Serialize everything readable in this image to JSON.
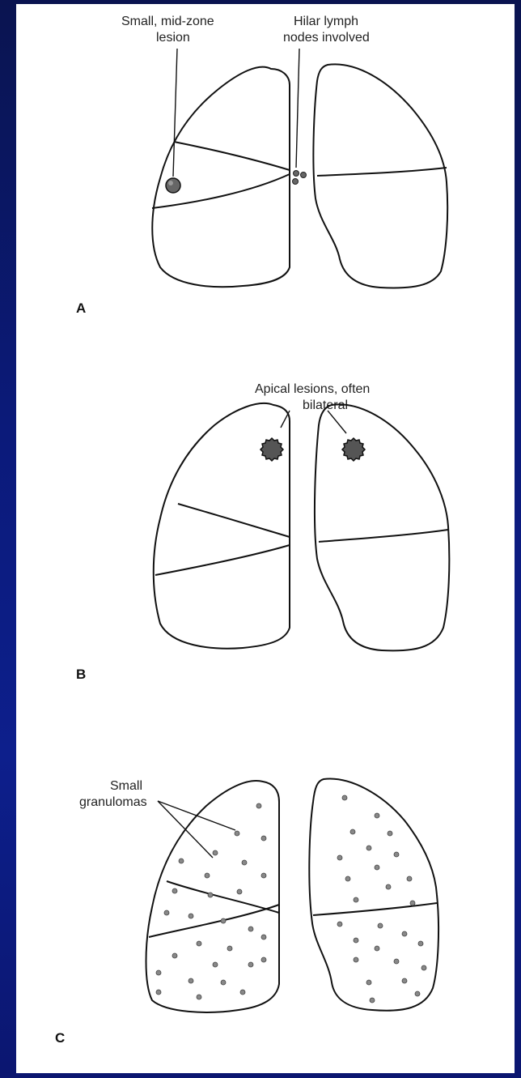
{
  "panels": [
    {
      "letter": "A",
      "annotations": [
        "Small, mid-zone",
        "lesion",
        "Hilar lymph",
        "nodes involved"
      ]
    },
    {
      "letter": "B",
      "annotations": [
        "Apical lesions, often",
        "bilateral"
      ]
    },
    {
      "letter": "C",
      "annotations": [
        "Small",
        "granulomas"
      ]
    }
  ],
  "colors": {
    "background": "#0d1f8c",
    "paper": "#ffffff",
    "ink": "#111111"
  },
  "icons": [
    "lesion-dot-icon",
    "lymph-node-icon",
    "apical-lesion-icon",
    "granuloma-dot-icon"
  ]
}
